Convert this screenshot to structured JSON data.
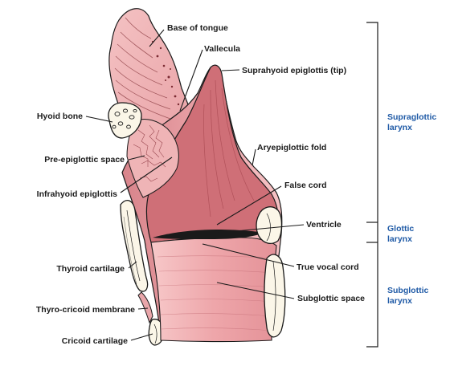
{
  "colors": {
    "tissue": "#f2b5b8",
    "tissue_dark": "#c9646c",
    "tissue_deep": "#b2434e",
    "cartilage": "#fbf6e8",
    "ventricle": "#1a1a1a",
    "region_label": "#1f5aa6",
    "line": "#1a1a1a"
  },
  "labels": {
    "base_of_tongue": "Base of tongue",
    "vallecula": "Vallecula",
    "suprahyoid_epiglottis": "Suprahyoid epiglottis (tip)",
    "hyoid_bone": "Hyoid bone",
    "pre_epiglottic_space": "Pre-epiglottic space",
    "infrahyoid_epiglottis": "Infrahyoid epiglottis",
    "aryepiglottic_fold": "Aryepiglottic fold",
    "false_cord": "False cord",
    "ventricle": "Ventricle",
    "true_vocal_cord": "True vocal cord",
    "thyroid_cartilage": "Thyroid cartilage",
    "subglottic_space": "Subglottic space",
    "thyro_cricoid_membrane": "Thyro-cricoid membrane",
    "cricoid_cartilage": "Cricoid cartilage"
  },
  "regions": {
    "supraglottic": [
      "Supraglottic",
      "larynx"
    ],
    "glottic": [
      "Glottic",
      "larynx"
    ],
    "subglottic": [
      "Subglottic",
      "larynx"
    ]
  }
}
